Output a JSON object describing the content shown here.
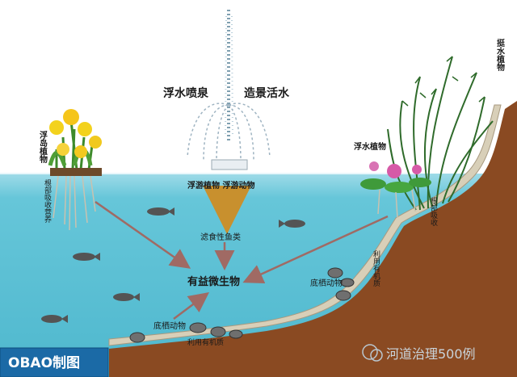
{
  "labels": {
    "fountain": "浮水喷泉",
    "landscape_water": "造景活水",
    "floating_island_plant": "浮岛植物",
    "root_absorb": "根部吸收营养",
    "plankton": "浮游植物 浮游动物",
    "filter_fish": "滤食性鱼类",
    "beneficial_microbes": "有益微生物",
    "benthic_left": "底栖动物",
    "benthic_right": "底栖动物",
    "substrate_left": "利用有机质",
    "emergent_plant": "挺水植物",
    "floating_plant": "浮水植物",
    "root_right": "根部吸收",
    "substrate_right": "利用有机质"
  },
  "badge": "OBAO制图",
  "watermark": "河道治理500例",
  "colors": {
    "water": "#5ec3d6",
    "water_edge": "#2f9fb6",
    "bank": "#8a4a22",
    "arrow": "#a06a64",
    "arrow_orange": "#c8902e"
  }
}
